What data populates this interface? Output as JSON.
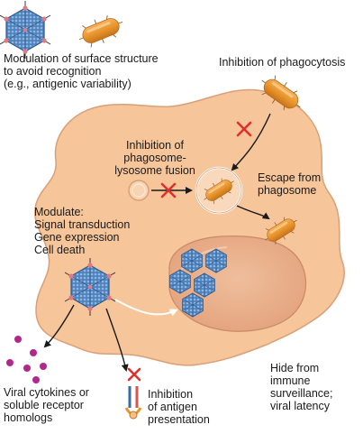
{
  "labels": {
    "surface_modulation": "Modulation of surface structure\nto avoid recognition\n(e.g., antigenic variability)",
    "inhibit_phagocytosis": "Inhibition of phagocytosis",
    "inhibit_fusion": "Inhibition of\nphagosome-\nlysosome fusion",
    "escape_phagosome": "Escape from\nphagosome",
    "modulate": "Modulate:\n   Signal transduction\n   Gene expression\n   Cell death",
    "viral_cytokines": "Viral cytokines or\nsoluble receptor\nhomologs",
    "inhibit_antigen": "Inhibition\nof antigen\npresentation",
    "hide_immune": "Hide from\nimmune\nsurveillance;\nviral latency"
  },
  "colors": {
    "cell_fill": "#f6c59a",
    "cell_stroke": "#d9a077",
    "nucleus_fill": "#eab08c",
    "bacterium": "#e8942c",
    "virus_blue": "#5b8ec5",
    "virus_spot": "#e07a82",
    "cytokine": "#b0288a",
    "block_x": "#e0302c"
  }
}
